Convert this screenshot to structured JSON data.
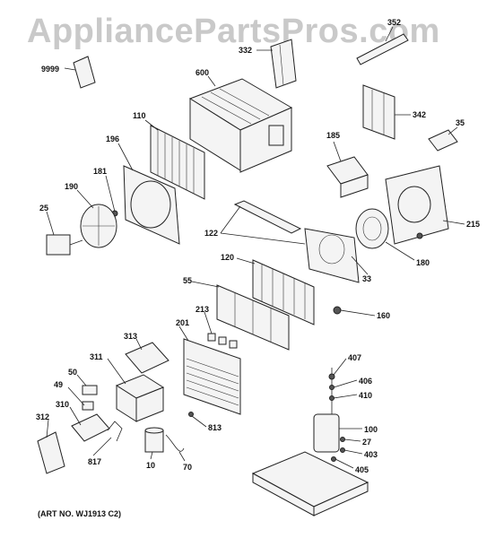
{
  "watermark": "AppliancePartsPros.com",
  "art_number": "(ART NO. WJ1913 C2)",
  "callouts": {
    "c9999": "9999",
    "c600": "600",
    "c332": "332",
    "c352": "352",
    "c342": "342",
    "c35": "35",
    "c110": "110",
    "c196": "196",
    "c181": "181",
    "c190": "190",
    "c25": "25",
    "c185": "185",
    "c215": "215",
    "c122": "122",
    "c120": "120",
    "c55": "55",
    "c180": "180",
    "c33": "33",
    "c160": "160",
    "c213": "213",
    "c201": "201",
    "c313": "313",
    "c311": "311",
    "c50": "50",
    "c49": "49",
    "c310": "310",
    "c312": "312",
    "c817": "817",
    "c10": "10",
    "c70": "70",
    "c813": "813",
    "c407": "407",
    "c406": "406",
    "c410": "410",
    "c100": "100",
    "c27": "27",
    "c403": "403",
    "c405": "405"
  }
}
